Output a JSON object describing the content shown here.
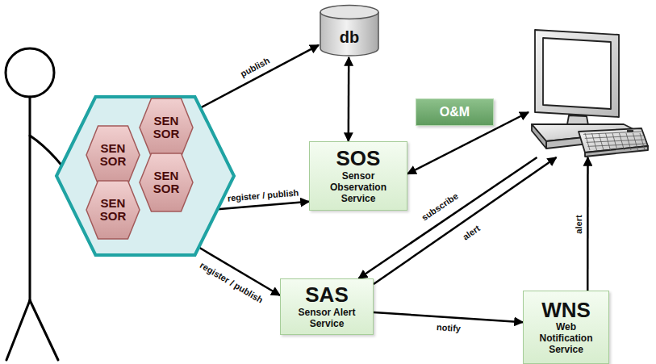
{
  "diagram": {
    "nodes": [
      {
        "text": []
      },
      {
        "text": [
          "SEN SOR"
        ],
        "in": 0
      },
      {
        "text": [
          "SEN SOR"
        ],
        "in": 0
      },
      {
        "text": [
          "SEN SOR"
        ],
        "in": 0
      },
      {
        "text": [
          "SEN SOR"
        ],
        "in": 0
      },
      {
        "text": [
          "db"
        ]
      },
      {
        "text": [
          "O&M"
        ]
      },
      {
        "text": []
      },
      {
        "text": [
          "SOS",
          "Sensor Observation Service"
        ]
      },
      {
        "text": [
          "SAS",
          "Sensor Alert Service"
        ]
      },
      {
        "text": [
          "WNS",
          "Web Notification Service"
        ]
      }
    ],
    "edges": [
      {
        "from": 0,
        "to": 5,
        "label": "publish",
        "arrow": "to"
      },
      {
        "from": 5,
        "to": 8,
        "arrow": "both"
      },
      {
        "from": 0,
        "to": 8,
        "label": "register / publish",
        "arrow": "to"
      },
      {
        "from": 0,
        "to": 9,
        "label": "register / publish",
        "arrow": "to"
      },
      {
        "from": 8,
        "to": 7,
        "arrow": "both"
      },
      {
        "from": 7,
        "to": 9,
        "label": "subscribe",
        "arrow": "to"
      },
      {
        "from": 9,
        "to": 7,
        "label": "alert",
        "arrow": "to"
      },
      {
        "from": 9,
        "to": 10,
        "label": "notify",
        "arrow": "to"
      },
      {
        "from": 10,
        "to": 7,
        "label": "alert",
        "arrow": "to"
      }
    ]
  }
}
